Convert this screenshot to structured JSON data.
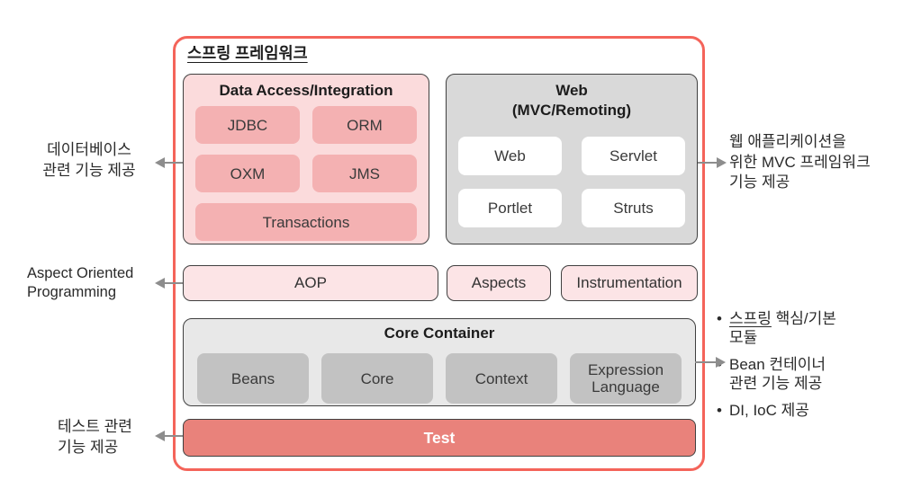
{
  "colors": {
    "accent": "#f4645a",
    "panel_border": "#404040",
    "da_bg": "#fbdbdc",
    "pink_module": "#f4b1b2",
    "aop_bg": "#fce4e6",
    "web_bg": "#d9d9d9",
    "core_bg": "#e8e8e8",
    "core_module": "#c2c2c2",
    "test_bg": "#e9827b",
    "arrow": "#8d8d8d",
    "text_dark": "#2a2a2a"
  },
  "diagram": {
    "title": "스프링 프레임워크",
    "data_access": {
      "title": "Data Access/Integration",
      "modules": [
        "JDBC",
        "ORM",
        "OXM",
        "JMS",
        "Transactions"
      ]
    },
    "web": {
      "title": "Web",
      "subtitle": "(MVC/Remoting)",
      "modules": [
        "Web",
        "Servlet",
        "Portlet",
        "Struts"
      ]
    },
    "aop_row": {
      "boxes": [
        "AOP",
        "Aspects",
        "Instrumentation"
      ]
    },
    "core": {
      "title": "Core Container",
      "modules": [
        "Beans",
        "Core",
        "Context",
        "Expression Language"
      ]
    },
    "test": {
      "label": "Test"
    }
  },
  "annotations": {
    "left": {
      "database": {
        "line1": "데이터베이스",
        "line2": "관련 기능 제공"
      },
      "aop": {
        "line1": "Aspect Oriented",
        "line2": "Programming"
      },
      "test": {
        "line1": "테스트 관련",
        "line2": "기능 제공"
      }
    },
    "right": {
      "web": {
        "line1": "웹 애플리케이션을",
        "line2": "위한 MVC 프레임워크",
        "line3": "기능 제공"
      },
      "core_notes": {
        "bullet": "•",
        "item1_emph": "스프링",
        "item1_rest": " 핵심/기본",
        "item1_line2": "모듈",
        "item2_line1": "Bean 컨테이너",
        "item2_line2": "관련 기능 제공",
        "item3": "DI, IoC 제공"
      }
    }
  }
}
